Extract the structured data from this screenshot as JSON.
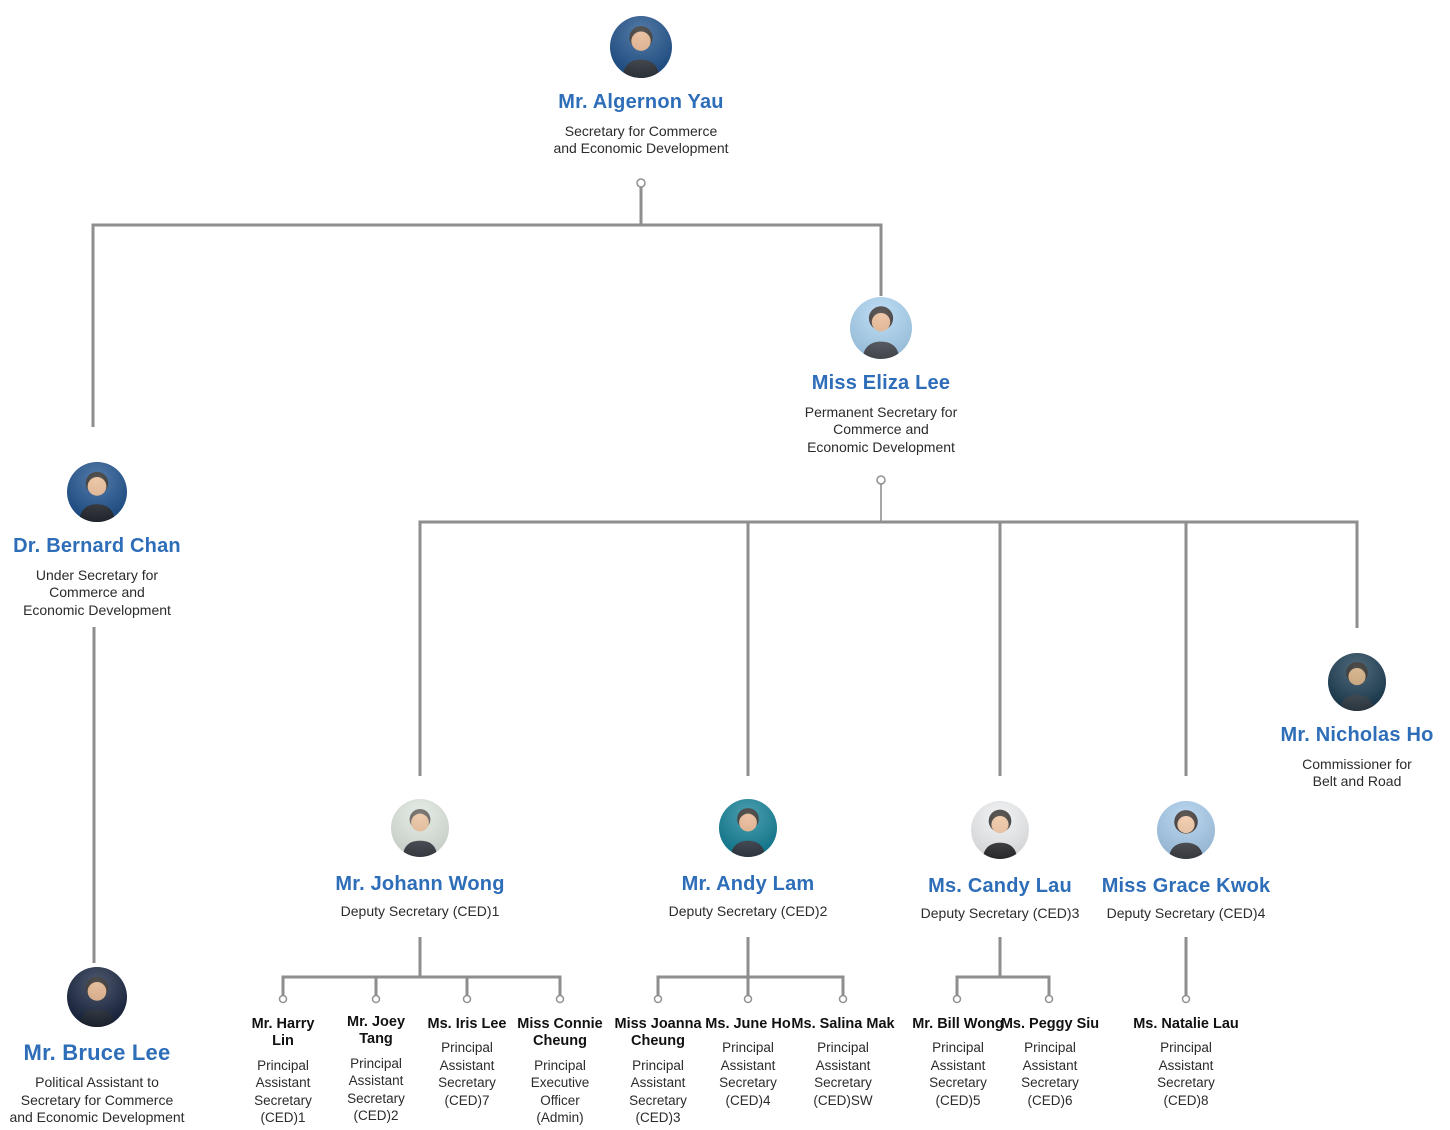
{
  "diagram_title": "Commerce and Economic Development Bureau organisation chart",
  "colors": {
    "name_blue": "#2e6db8",
    "title_text": "#2b2b2b",
    "line": "#8e8e8e"
  },
  "people": {
    "algernon": {
      "name": "Mr. Algernon Yau",
      "title": "Secretary for Commerce\nand Economic Development",
      "avatar_bg": "#1c4f8a"
    },
    "eliza": {
      "name": "Miss Eliza Lee",
      "title": "Permanent Secretary for\nCommerce and\nEconomic Development",
      "avatar_bg": "#a9d3f2"
    },
    "bernard": {
      "name": "Dr. Bernard Chan",
      "title": "Under Secretary for\nCommerce and\nEconomic Development",
      "avatar_bg": "#1b4f8c"
    },
    "bruce": {
      "name": "Mr. Bruce Lee",
      "title": "Political Assistant to\nSecretary for Commerce\nand Economic Development",
      "avatar_bg": "#13203c"
    },
    "nicholas": {
      "name": "Mr. Nicholas Ho",
      "title": "Commissioner for\nBelt and Road",
      "avatar_bg": "#17394f"
    },
    "johann": {
      "name": "Mr. Johann Wong",
      "title": "Deputy Secretary (CED)1",
      "avatar_bg": "#dfe7df"
    },
    "andy": {
      "name": "Mr. Andy Lam",
      "title": "Deputy Secretary (CED)2",
      "avatar_bg": "#0f7f96"
    },
    "candy": {
      "name": "Ms. Candy Lau",
      "title": "Deputy Secretary (CED)3",
      "avatar_bg": "#eef0f2"
    },
    "grace": {
      "name": "Miss Grace Kwok",
      "title": "Deputy Secretary (CED)4",
      "avatar_bg": "#a6cbec"
    },
    "harry": {
      "name": "Mr. Harry\nLin",
      "title": "Principal\nAssistant\nSecretary\n(CED)1"
    },
    "joey": {
      "name": "Mr. Joey\nTang",
      "title": "Principal\nAssistant\nSecretary\n(CED)2"
    },
    "iris": {
      "name": "Ms. Iris Lee",
      "title": "Principal\nAssistant\nSecretary\n(CED)7"
    },
    "connie": {
      "name": "Miss Connie\nCheung",
      "title": "Principal\nExecutive\nOfficer\n(Admin)"
    },
    "joanna": {
      "name": "Miss Joanna\nCheung",
      "title": "Principal\nAssistant\nSecretary\n(CED)3"
    },
    "june": {
      "name": "Ms. June Ho",
      "title": "Principal\nAssistant\nSecretary\n(CED)4"
    },
    "salina": {
      "name": "Ms. Salina Mak",
      "title": "Principal\nAssistant\nSecretary\n(CED)SW"
    },
    "bill": {
      "name": "Mr. Bill Wong",
      "title": "Principal\nAssistant\nSecretary\n(CED)5"
    },
    "peggy": {
      "name": "Ms. Peggy Siu",
      "title": "Principal\nAssistant\nSecretary\n(CED)6"
    },
    "natalie": {
      "name": "Ms. Natalie Lau",
      "title": "Principal\nAssistant\nSecretary\n(CED)8"
    }
  }
}
